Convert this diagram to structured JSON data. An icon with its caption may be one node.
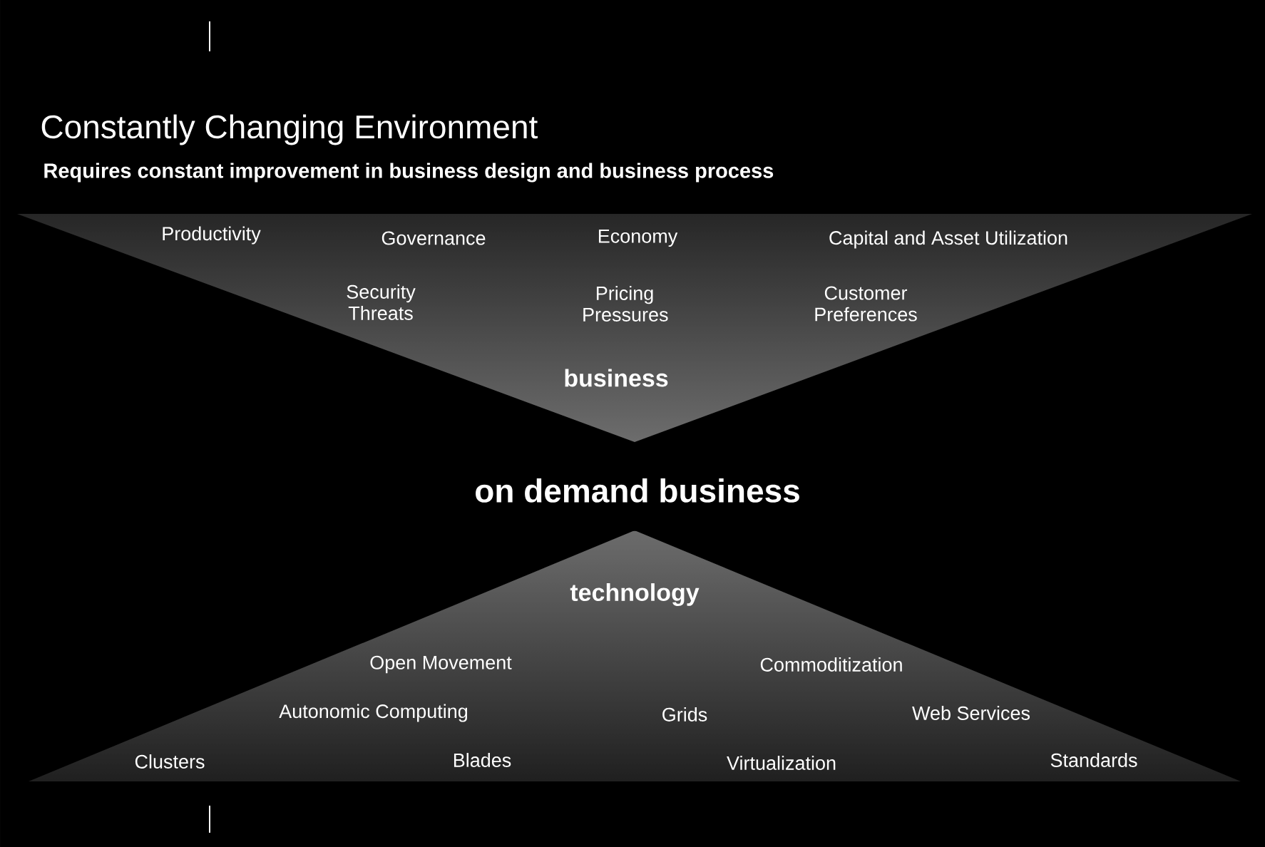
{
  "diagram": {
    "title": "Constantly Changing Environment",
    "nodes": [
      {
        "text": [
          "Productivity",
          "Governance",
          "Economy",
          "Capital and Asset Utilization",
          "Security Threats",
          "Pricing Pressures",
          "Customer Preferences",
          "business"
        ]
      },
      {
        "text": [
          "technology",
          "Open Movement",
          "Commoditization",
          "Autonomic Computing",
          "Grids",
          "Web Services",
          "Clusters",
          "Blades",
          "Virtualization",
          "Standards"
        ]
      }
    ],
    "edges": [],
    "labels": [
      "Requires constant improvement in business design and business process",
      "on demand business"
    ]
  }
}
